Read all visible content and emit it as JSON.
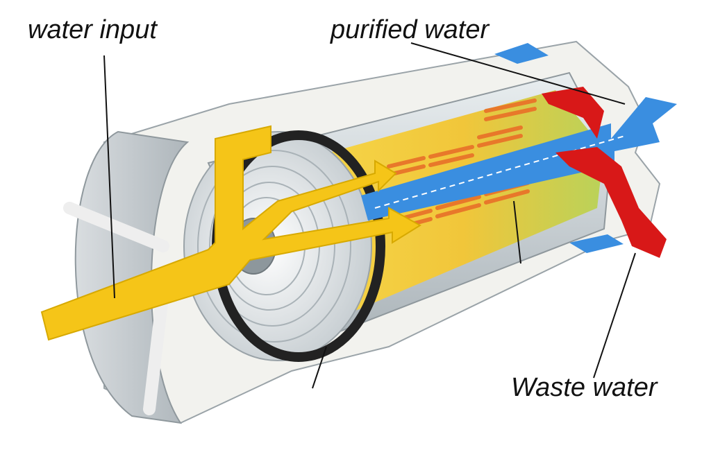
{
  "labels": {
    "water_input": "water input",
    "purified_water": "purified water",
    "waste_water": "Waste water"
  },
  "colors": {
    "feed_water": "#f5c518",
    "purified_water": "#3a8ee0",
    "waste_water": "#d81818",
    "membrane_layers": "#e8782a",
    "housing": "#f2f2ee",
    "end_cap": "#cfd3d6",
    "seal_ring": "#222222"
  }
}
